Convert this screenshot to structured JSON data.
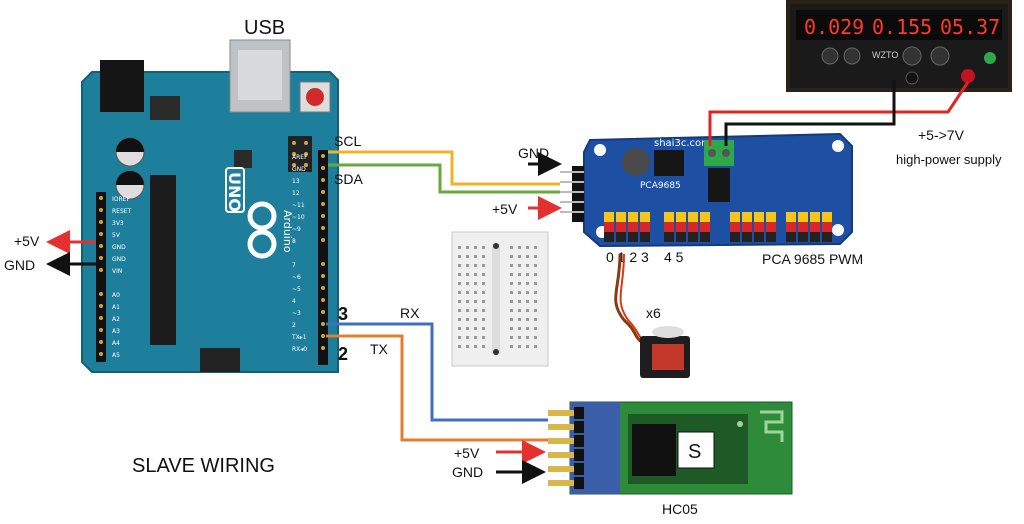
{
  "labels": {
    "usb": "USB",
    "scl": "SCL",
    "sda": "SDA",
    "gnd_top": "GND",
    "plus5v_top": "+5V",
    "plus5v_left": "+5V",
    "gnd_left": "GND",
    "pin3": "3",
    "pin2": "2",
    "rx": "RX",
    "tx": "TX",
    "channels_a": "0 1 2 3",
    "channels_b": "4 5",
    "pwm_board": "PCA 9685 PWM",
    "servo_count": "x6",
    "supply_voltage": "+5->7V",
    "supply_desc": "high-power supply",
    "slave_wiring": "SLAVE WIRING",
    "plus5v_bt": "+5V",
    "gnd_bt": "GND",
    "bt_module": "HC05",
    "bt_mode": "S"
  },
  "psu_display": {
    "volts": "0.029",
    "amps": "0.155",
    "setting": "05.37",
    "brand": "WZTO"
  },
  "board": {
    "name": "UNO",
    "brand": "Arduino",
    "pins_left": [
      "IOREF",
      "RESET",
      "3V3",
      "5V",
      "GND",
      "GND",
      "VIN",
      "",
      "A0",
      "A1",
      "A2",
      "A3",
      "A4",
      "A5"
    ],
    "pins_right": [
      "AREF",
      "GND",
      "13",
      "12",
      "~11",
      "~10",
      "~9",
      "8",
      "",
      "7",
      "~6",
      "~5",
      "4",
      "~3",
      "2",
      "TX▸1",
      "RX◂0"
    ],
    "pwm_chip": "PCA9685",
    "pwm_vendor": "shai3c.com"
  },
  "colors": {
    "arduino": "#1e7f9c",
    "pwm_board": "#1d4fa3",
    "scl_wire": "#f2b227",
    "sda_wire": "#6aa83f",
    "rx_wire": "#3f6fbe",
    "tx_wire": "#e67c2f",
    "plus_arrow": "#e53030",
    "gnd_arrow": "#111111",
    "bt_board": "#2e8b3a"
  }
}
